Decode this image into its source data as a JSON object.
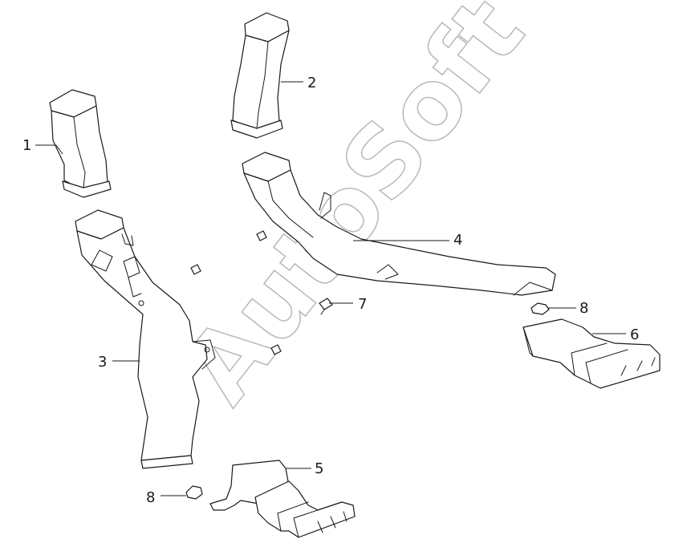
{
  "watermark": "AutoSoft",
  "callouts": [
    "1",
    "2",
    "3",
    "4",
    "5",
    "6",
    "7",
    "8",
    "8"
  ]
}
